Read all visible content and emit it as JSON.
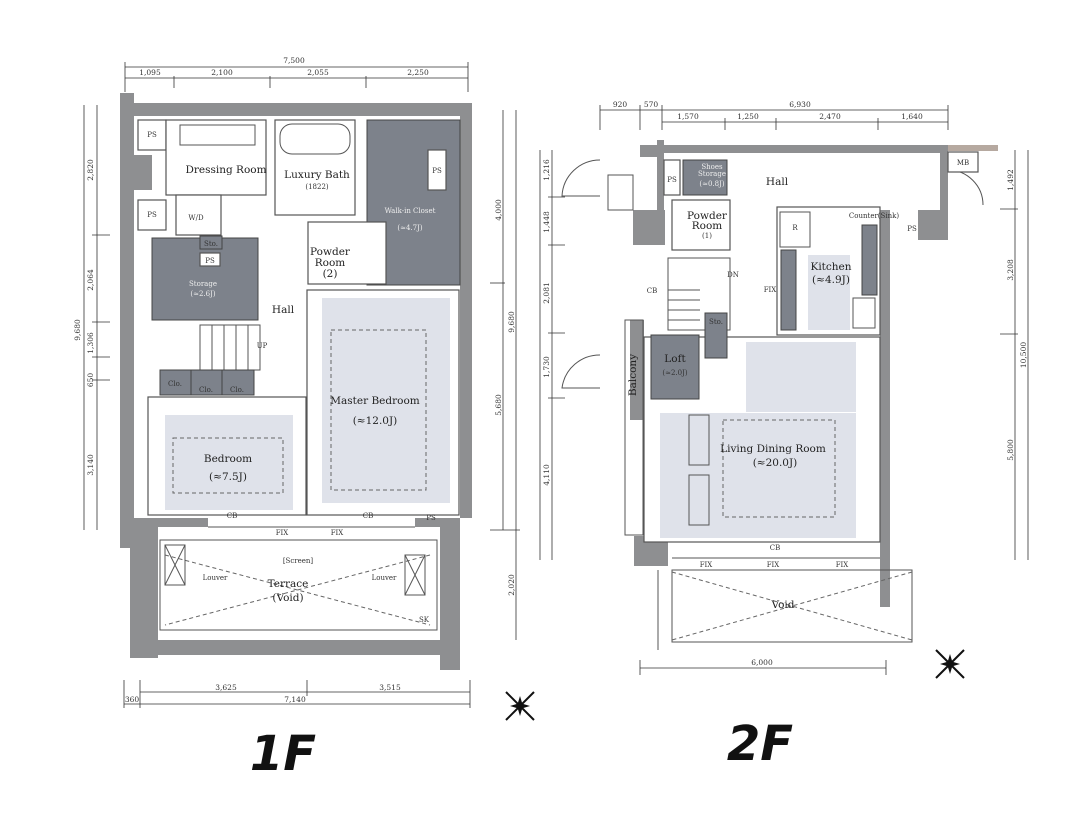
{
  "floor_1f": {
    "title": "1F",
    "dims_top": {
      "total": "7,500",
      "parts": [
        "1,095",
        "2,100",
        "2,055",
        "2,250"
      ]
    },
    "dims_left": {
      "total": "9,680",
      "parts": [
        "2,820",
        "2,064",
        "1,306",
        "650",
        "3,140"
      ]
    },
    "dims_right": {
      "total": "9,680",
      "parts": [
        "4,000",
        "5,680",
        "2,020"
      ]
    },
    "dims_bottom": {
      "parts": [
        "3,625",
        "3,515"
      ],
      "offset": "360",
      "total": "7,140"
    },
    "rooms": {
      "dressing": "Dressing Room",
      "bath": "Luxury Bath",
      "bath_size": "(1822)",
      "closet": "Walk-in Closet",
      "closet_size": "(≈4.7J)",
      "powder": "Powder",
      "powder2": "Room",
      "powder_no": "(2)",
      "storage": "Storage",
      "storage_size": "(≈2.6J)",
      "hall": "Hall",
      "master": "Master Bedroom",
      "master_size": "(≈12.0J)",
      "bedroom": "Bedroom",
      "bedroom_size": "(≈7.5J)",
      "terrace": "Terrace",
      "terrace_void": "(Void)"
    },
    "small": {
      "ps": "PS",
      "wd": "W/D",
      "sto": "Sto.",
      "clo": "Clo.",
      "cb": "CB",
      "fix": "FIX",
      "screen": "[Screen]",
      "louver": "Louver",
      "sk": "SK",
      "up": "UP"
    }
  },
  "floor_2f": {
    "title": "2F",
    "dims_top": {
      "a": "920",
      "b": "570",
      "total": "6,930",
      "parts": [
        "1,570",
        "1,250",
        "2,470",
        "1,640"
      ]
    },
    "dims_left": [
      "1,216",
      "1,448",
      "2,081",
      "1,730",
      "4,110"
    ],
    "dims_right": {
      "total": "10,500",
      "parts": [
        "1,492",
        "3,208",
        "5,800"
      ]
    },
    "dims_bottom": "6,000",
    "rooms": {
      "shoe": "Shoes",
      "shoe2": "Storage",
      "shoe_size": "(≈0.8J)",
      "hall": "Hall",
      "powder": "Powder",
      "powder2": "Room",
      "powder_no": "(1)",
      "kitchen": "Kitchen",
      "kitchen_size": "(≈4.9J)",
      "loft": "Loft",
      "loft_size": "(≈2.0J)",
      "balcony": "Balcony",
      "ldr": "Living Dining Room",
      "ldr_size": "(≈20.0J)",
      "void": "Void"
    },
    "small": {
      "ps": "PS",
      "dn": "DN",
      "fix": "FIX",
      "cb": "CB",
      "counter": "Counter(Sink)",
      "mb": "MB",
      "r": "R",
      "sto": "Sto."
    }
  },
  "colors": {
    "wall": "#8e8f91",
    "storage": "#7d828b",
    "room_tint": "#dfe2ea"
  }
}
